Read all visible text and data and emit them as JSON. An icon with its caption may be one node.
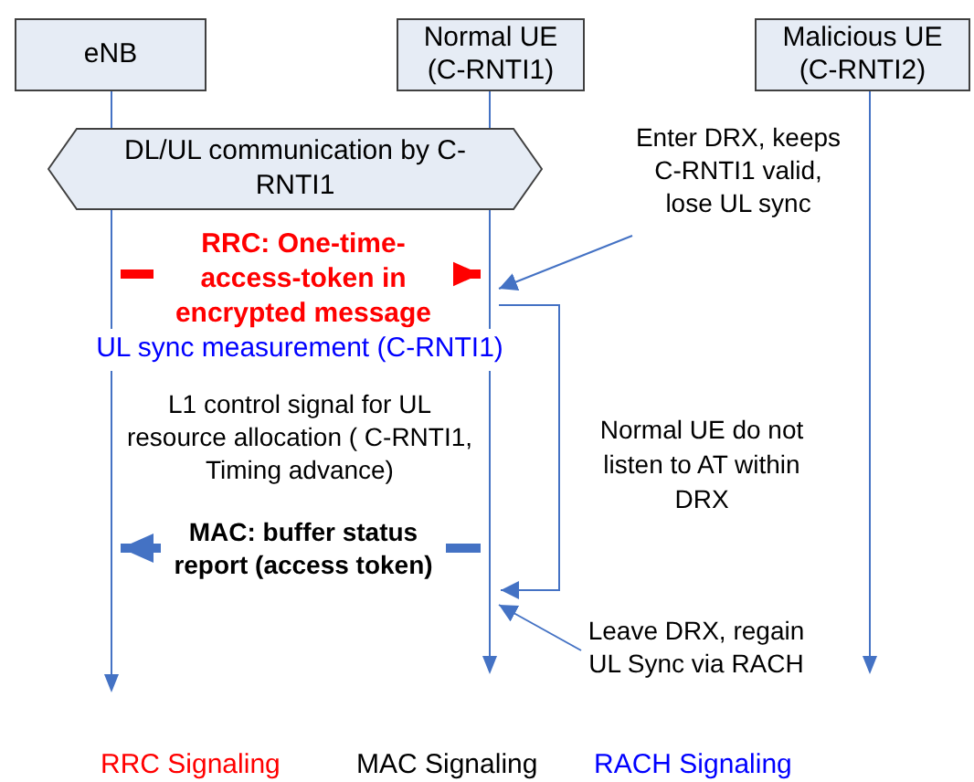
{
  "diagram": {
    "nodes": [
      {
        "text": [
          "eNB"
        ]
      },
      {
        "text": [
          "Normal UE (C-RNTI1)"
        ]
      },
      {
        "text": [
          "Malicious UE (C-RNTI2)"
        ]
      },
      {
        "text": [
          "DL/UL communication by C-RNTI1"
        ]
      },
      {
        "text": [
          "Enter DRX, keeps C-RNTI1 valid, lose UL sync"
        ]
      },
      {
        "text": [
          "Leave DRX, regain UL Sync via RACH"
        ]
      },
      {
        "text": [],
        "shape": "line"
      },
      {
        "text": [],
        "shape": "line"
      },
      {
        "text": [],
        "shape": "line"
      }
    ],
    "edges": [
      {
        "from": 6,
        "to": 7,
        "arrow": "to",
        "label": "RRC: One-time-access-token in encrypted message",
        "style": "thick",
        "color": "#ff0000"
      },
      {
        "from": 7,
        "to": 6,
        "arrow": "to",
        "label": "MAC: buffer status report (access token)",
        "style": "thick"
      },
      {
        "from": 4,
        "to": 7,
        "arrow": "to"
      },
      {
        "from": 5,
        "to": 7,
        "arrow": "to"
      },
      {
        "from": 7,
        "to": 7,
        "arrow": "to"
      }
    ],
    "labels": [
      "UL sync measurement (C-RNTI1)",
      "L1 control signal for UL resource allocation ( C-RNTI1, Timing advance)",
      "Normal UE do not listen to AT within DRX"
    ],
    "legend": [
      {
        "text": "RRC Signaling",
        "color": "#ff0000"
      },
      {
        "text": "MAC Signaling",
        "color": "#000000"
      },
      {
        "text": "RACH Signaling",
        "color": "#0000ff"
      }
    ]
  }
}
